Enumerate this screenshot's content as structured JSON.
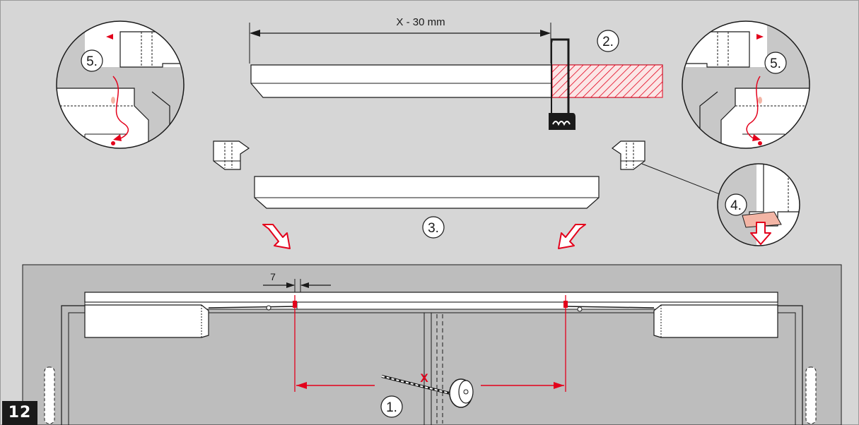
{
  "figure": {
    "number": "12"
  },
  "dimensions": {
    "cut_length": "X - 30 mm",
    "gap": "7",
    "measure": "X"
  },
  "steps": [
    "1.",
    "2.",
    "3.",
    "4.",
    "5.",
    "5."
  ],
  "colors": {
    "background": "#d6d6d6",
    "line": "#1a1a1a",
    "accent_red": "#e3001b",
    "part_fill": "#ffffff",
    "wall": "#c8c8c8",
    "door": "#bdbdbd",
    "highlight_pink": "#f3b5a5"
  }
}
